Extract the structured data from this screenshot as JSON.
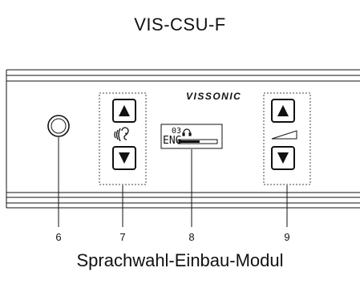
{
  "title": "VIS-CSU-F",
  "caption": "Sprachwahl-Einbau-Modul",
  "brand": "VISSONIC",
  "display": {
    "channel": "03",
    "language": "ENG",
    "headphone_icon": "headphone-icon",
    "level_fraction": 0.55
  },
  "callouts": [
    "6",
    "7",
    "8",
    "9"
  ],
  "icons": {
    "jack": "headphone-jack-icon",
    "channel_up": "arrow-up-icon",
    "channel_down": "arrow-down-icon",
    "channel_symbol": "ear-sound-icon",
    "volume_up": "arrow-up-icon",
    "volume_down": "arrow-down-icon",
    "volume_symbol": "volume-wedge-icon"
  },
  "colors": {
    "line": "#111111",
    "panel": "#ffffff"
  }
}
